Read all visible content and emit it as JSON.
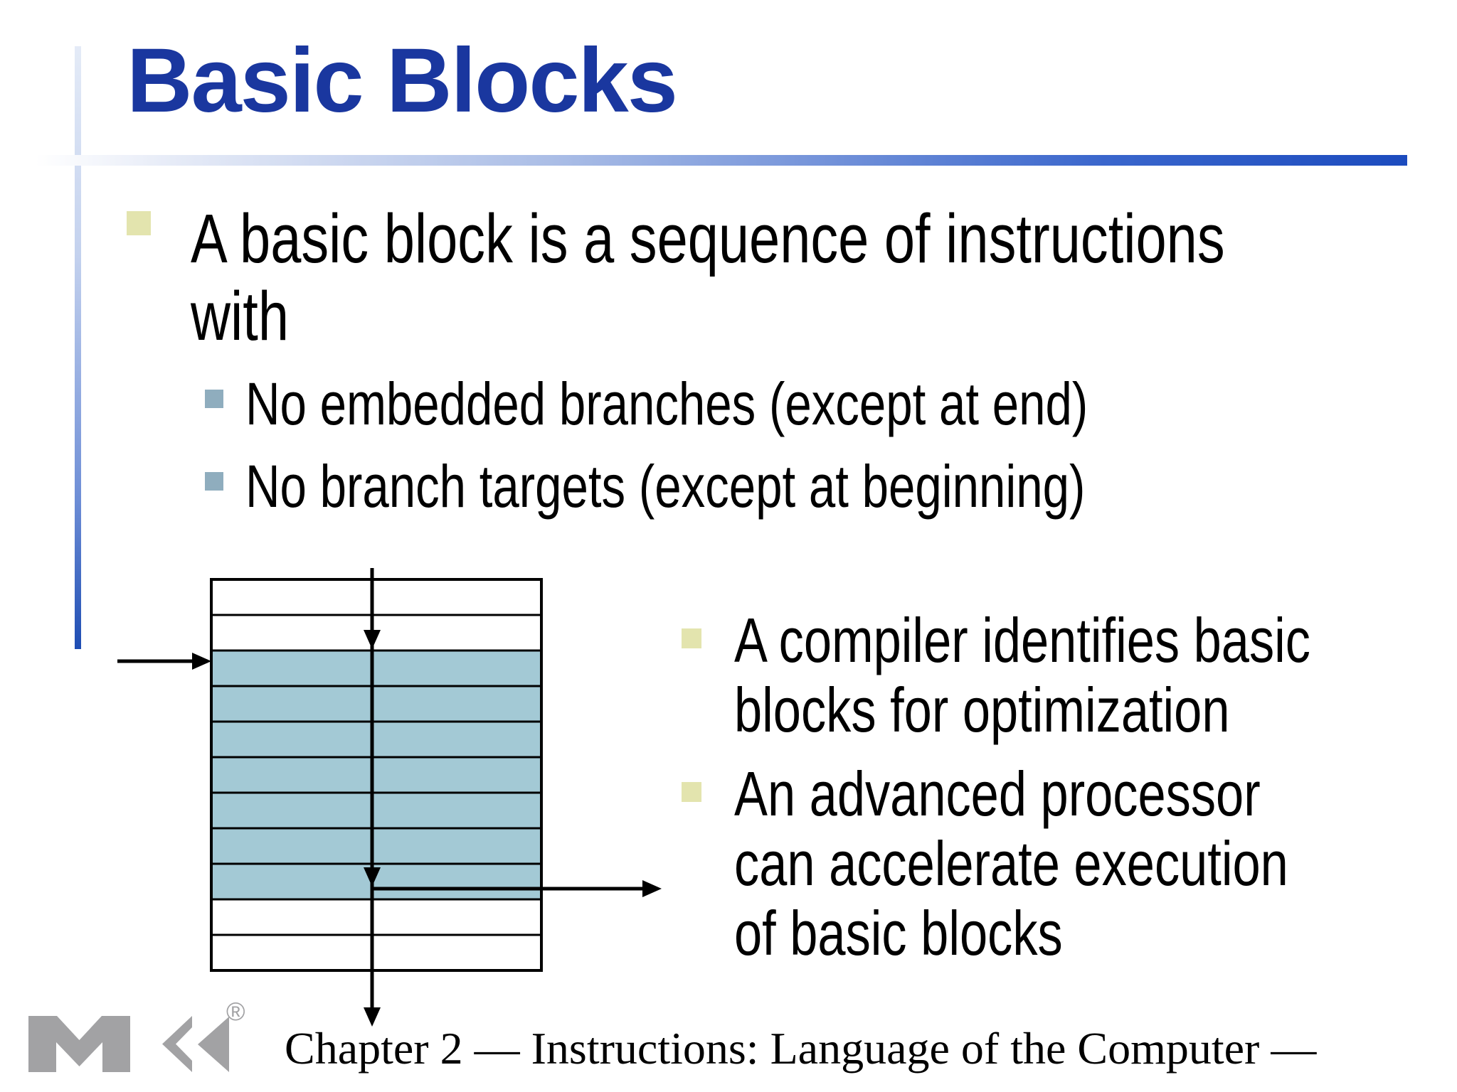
{
  "slide": {
    "title": "Basic Blocks",
    "bullets_left": [
      {
        "level": 1,
        "lines": [
          "A basic block is a sequence of instructions",
          "with"
        ]
      },
      {
        "level": 2,
        "lines": [
          "No embedded branches (except at end)"
        ]
      },
      {
        "level": 2,
        "lines": [
          "No branch targets (except at beginning)"
        ]
      }
    ],
    "bullets_right": [
      {
        "lines": [
          "A compiler identifies basic",
          "blocks for optimization"
        ]
      },
      {
        "lines": [
          "An advanced processor",
          "can accelerate execution",
          "of basic blocks"
        ]
      }
    ],
    "diagram": {
      "description": "column of instruction slots; contiguous shaded slots form a basic block",
      "rows_total": 11,
      "columns": 2,
      "shaded_rows": "rows 3-9 shaded",
      "shaded_color": "#a3c9d5",
      "arrows": [
        {
          "name": "entry-arrow-top",
          "direction": "down",
          "meaning": "control enters at top of basic block"
        },
        {
          "name": "branch-target-arrow-left",
          "direction": "right",
          "meaning": "branch target at beginning"
        },
        {
          "name": "branch-out-arrow-right",
          "direction": "right",
          "meaning": "branch out at end of block"
        },
        {
          "name": "fall-through-arrow-bottom",
          "direction": "down",
          "meaning": "execution continues past block"
        }
      ]
    },
    "footer": {
      "logo": "MK",
      "registered_mark": "®",
      "text": "Chapter 2 — Instructions: Language of the Computer —"
    },
    "colors": {
      "title_text": "#1a379f",
      "title_rule_blue": "#1c4bbe",
      "accent_bar_blue": "#1e4db3",
      "bullet_level1_marker": "#e3e4ae",
      "bullet_level2_marker": "#8fadbe",
      "diagram_shaded_row": "#a3c9d5",
      "diagram_lines": "#000000",
      "logo_gray": "#a2a2a4",
      "body_text": "#000000"
    }
  }
}
